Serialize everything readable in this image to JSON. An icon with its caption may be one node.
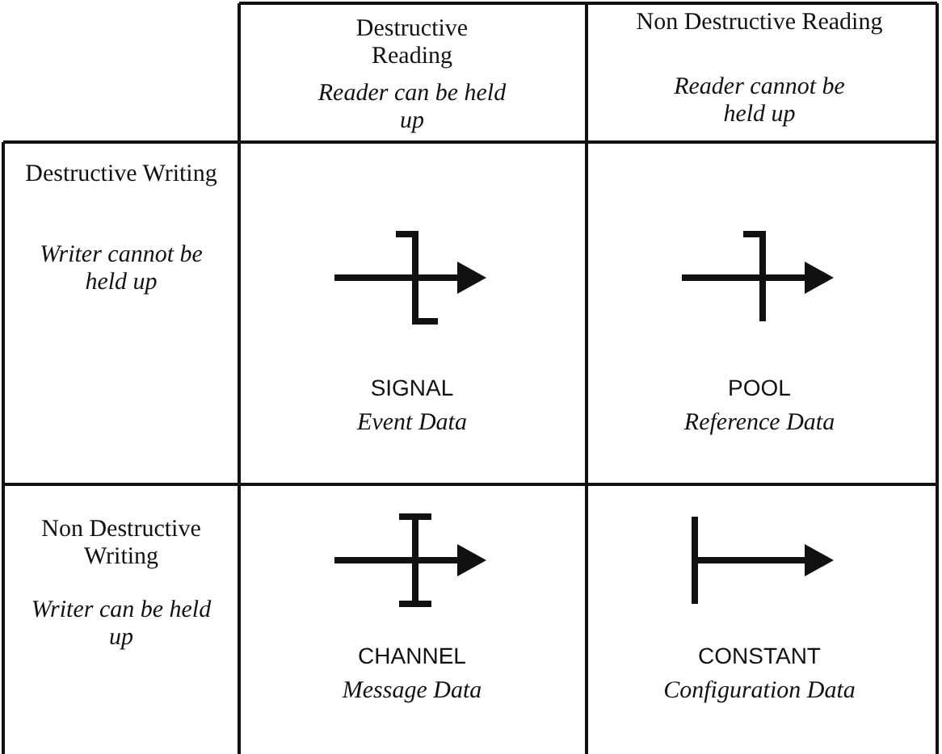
{
  "diagram": {
    "labels": [
      "Destructive Reading",
      "Reader can be held up",
      "Non Destructive Reading",
      "Reader cannot be held up",
      "Destructive Writing",
      "Writer cannot be held up",
      "SIGNAL",
      "Event Data",
      "POOL",
      "Reference Data",
      "Non Destructive Writing",
      "Writer can be held up",
      "CHANNEL",
      "Message Data",
      "CONSTANT",
      "Configuration Data"
    ]
  }
}
